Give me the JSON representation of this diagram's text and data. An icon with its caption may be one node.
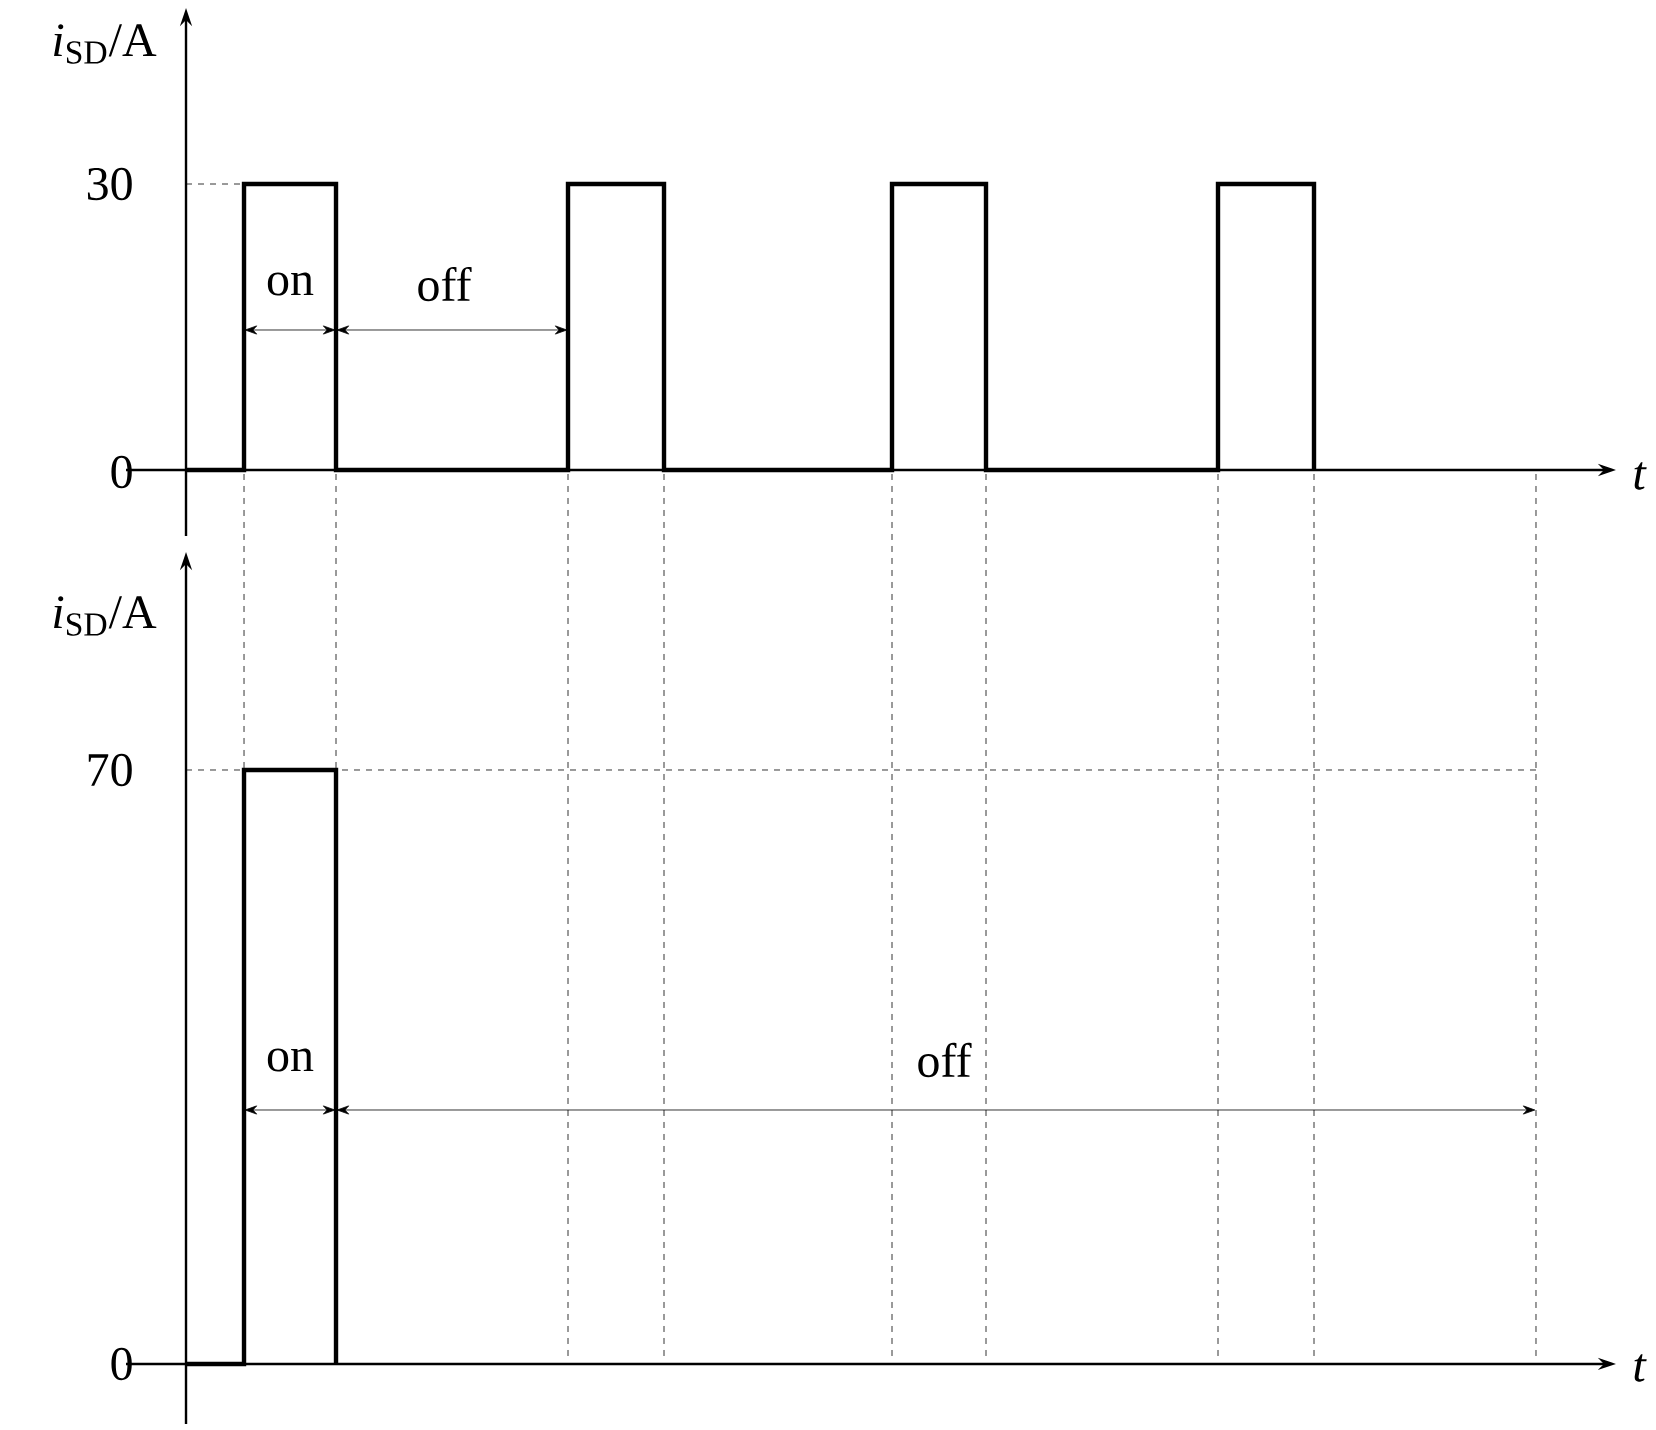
{
  "diagram": {
    "labels": [
      "*i*$_{SD}$/A",
      "30",
      "on",
      "off",
      "0",
      "*t*",
      "*i*$_{SD}$/A",
      "70",
      "on",
      "off",
      "0",
      "*t*"
    ]
  }
}
